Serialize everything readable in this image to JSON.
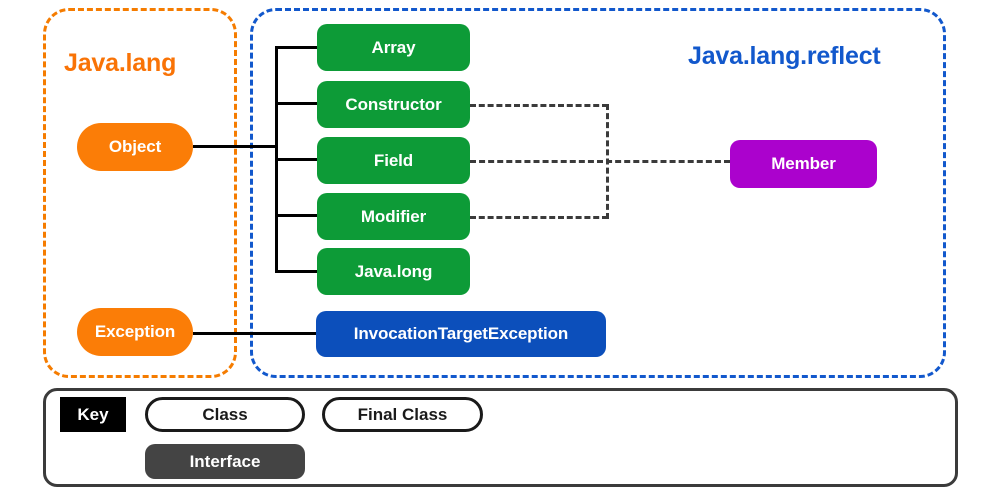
{
  "diagram": {
    "packages": [
      {
        "id": "java-lang",
        "title": "Java.lang",
        "color": "#f97306"
      },
      {
        "id": "java-lang-reflect",
        "title": "Java.lang.reflect",
        "color": "#1258cc"
      }
    ],
    "nodes": {
      "object": {
        "label": "Object",
        "type": "class",
        "color": "#fb7d07"
      },
      "exception": {
        "label": "Exception",
        "type": "class",
        "color": "#fb7d07"
      },
      "array": {
        "label": "Array",
        "type": "final-class",
        "color": "#0d9b37"
      },
      "constructor": {
        "label": "Constructor",
        "type": "final-class",
        "color": "#0d9b37"
      },
      "field": {
        "label": "Field",
        "type": "final-class",
        "color": "#0d9b37"
      },
      "modifier": {
        "label": "Modifier",
        "type": "class",
        "color": "#0d9b37"
      },
      "javalong": {
        "label": "Java.long",
        "type": "class",
        "color": "#0d9b37"
      },
      "invocation": {
        "label": "InvocationTargetException",
        "type": "class",
        "color": "#0c4fbb"
      },
      "member": {
        "label": "Member",
        "type": "interface",
        "color": "#ab02cd"
      }
    }
  },
  "key": {
    "label": "Key",
    "items": [
      {
        "label": "Class",
        "style": "outlined"
      },
      {
        "label": "Final Class",
        "style": "outlined"
      },
      {
        "label": "Interface",
        "style": "filled-dark"
      }
    ]
  }
}
